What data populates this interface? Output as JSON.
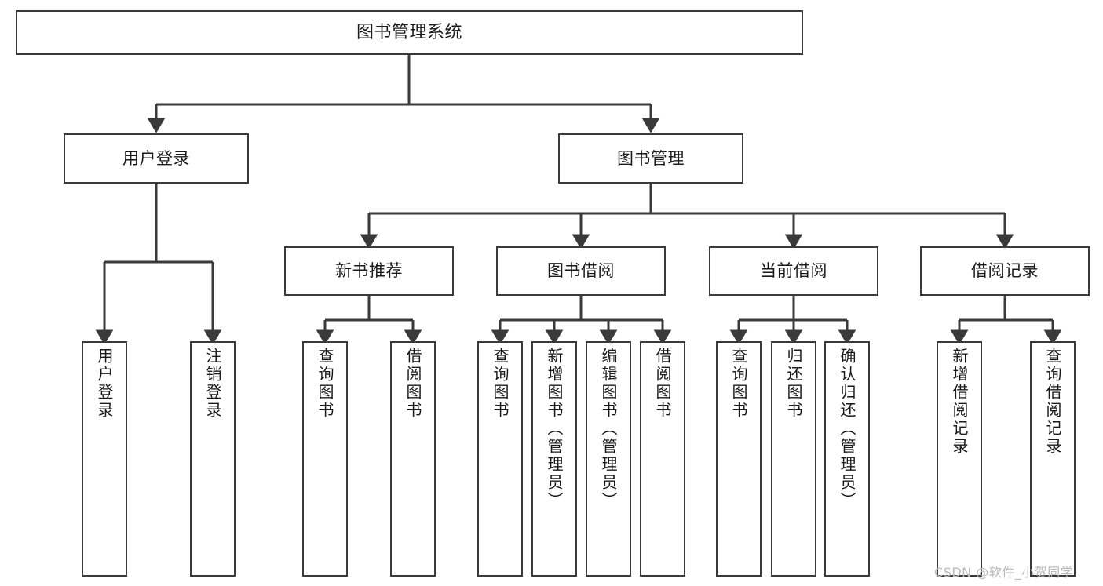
{
  "diagram": {
    "title": "图书管理系统",
    "watermark": "CSDN @软件_小贺同学",
    "colors": {
      "box_border": "#3a3a3a",
      "connector": "#3a3a3a",
      "background": "#ffffff",
      "text": "#1a1a1a",
      "watermark": "#b9b9b9"
    },
    "levels": {
      "root": {
        "label": "图书管理系统"
      },
      "level2": [
        {
          "label": "用户登录"
        },
        {
          "label": "图书管理"
        }
      ],
      "level3": [
        {
          "label": "新书推荐"
        },
        {
          "label": "图书借阅"
        },
        {
          "label": "当前借阅"
        },
        {
          "label": "借阅记录"
        }
      ],
      "leaves": {
        "user_login": [
          {
            "label": "用户登录"
          },
          {
            "label": "注销登录"
          }
        ],
        "new_book_recommend": [
          {
            "label": "查询图书"
          },
          {
            "label": "借阅图书"
          }
        ],
        "book_borrow": [
          {
            "label": "查询图书"
          },
          {
            "label": "新增图书（管理员）"
          },
          {
            "label": "编辑图书（管理员）"
          },
          {
            "label": "借阅图书"
          }
        ],
        "current_borrow": [
          {
            "label": "查询图书"
          },
          {
            "label": "归还图书"
          },
          {
            "label": "确认归还（管理员）"
          }
        ],
        "borrow_record": [
          {
            "label": "新增借阅记录"
          },
          {
            "label": "查询借阅记录"
          }
        ]
      }
    }
  }
}
